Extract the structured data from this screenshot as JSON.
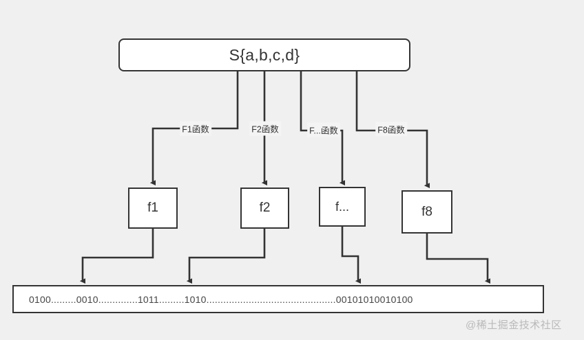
{
  "diagram": {
    "title_node": {
      "label": "S{a,b,c,d}"
    },
    "hash_functions": [
      {
        "box_label": "f1",
        "edge_label": "F1函数"
      },
      {
        "box_label": "f2",
        "edge_label": "F2函数"
      },
      {
        "box_label": "f...",
        "edge_label": "F...函数"
      },
      {
        "box_label": "f8",
        "edge_label": "F8函数"
      }
    ],
    "bit_array": {
      "label": "0100.........0010..............1011.........1010..............................................00101010010100"
    },
    "watermark": {
      "text": "@稀土掘金技术社区"
    },
    "colors": {
      "background": "#f0f0f0",
      "node_fill": "#ffffff",
      "stroke": "#333333",
      "text": "#333333",
      "watermark": "#b9b9b9"
    }
  }
}
